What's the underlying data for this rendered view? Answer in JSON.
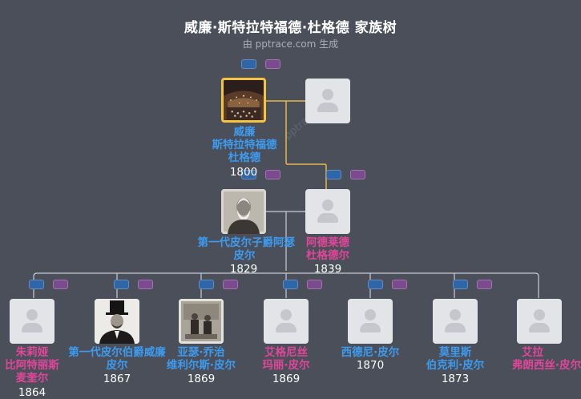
{
  "title": "威廉·斯特拉特福德·杜格德 家族树",
  "subtitle": "由 pptrace.com 生成",
  "watermark": "pptrace.com",
  "colors": {
    "background": "#4a4f5a",
    "male": "#3d9bf0",
    "female": "#e2469a",
    "root_border": "#f5c542",
    "root_line": "#e6b84a",
    "line": "#c9ccd2"
  },
  "people": {
    "william": {
      "name_lines": [
        "威廉",
        "斯特拉特福德",
        "杜格德"
      ],
      "year": "1800",
      "gender": "m",
      "photo": "concert-hall-photo"
    },
    "william_spouse": {
      "name_lines": [],
      "year": "",
      "gender": "f",
      "photo": "placeholder-avatar"
    },
    "arthur": {
      "name_lines": [
        "第一代皮尔子爵阿瑟",
        "皮尔"
      ],
      "year": "1829",
      "gender": "m",
      "photo": "bearded-man-portrait"
    },
    "adelaide": {
      "name_lines": [
        "阿德莱德",
        "杜格德尔"
      ],
      "year": "1839",
      "gender": "f",
      "photo": "placeholder-avatar"
    },
    "julia": {
      "name_lines": [
        "朱莉娅",
        "比阿特丽斯",
        "麦奎尔"
      ],
      "year": "1864",
      "gender": "f",
      "photo": "placeholder-avatar"
    },
    "first_earl": {
      "name_lines": [
        "第一代皮尔伯爵威廉",
        "皮尔"
      ],
      "year": "1867",
      "gender": "m",
      "photo": "top-hat-man-portrait"
    },
    "arthur_george": {
      "name_lines": [
        "亚瑟·乔治",
        "维利尔斯·皮尔"
      ],
      "year": "1869",
      "gender": "m",
      "photo": "group-photo"
    },
    "agnes": {
      "name_lines": [
        "艾格尼丝",
        "玛丽·皮尔"
      ],
      "year": "1869",
      "gender": "f",
      "photo": "placeholder-avatar"
    },
    "sidney": {
      "name_lines": [
        "西德尼·皮尔"
      ],
      "year": "1870",
      "gender": "m",
      "photo": "placeholder-avatar"
    },
    "maurice": {
      "name_lines": [
        "莫里斯",
        "伯克利·皮尔"
      ],
      "year": "1873",
      "gender": "m",
      "photo": "placeholder-avatar"
    },
    "ella": {
      "name_lines": [
        "艾拉",
        "弗朗西丝·皮尔"
      ],
      "year": "",
      "gender": "f",
      "photo": "placeholder-avatar"
    }
  }
}
